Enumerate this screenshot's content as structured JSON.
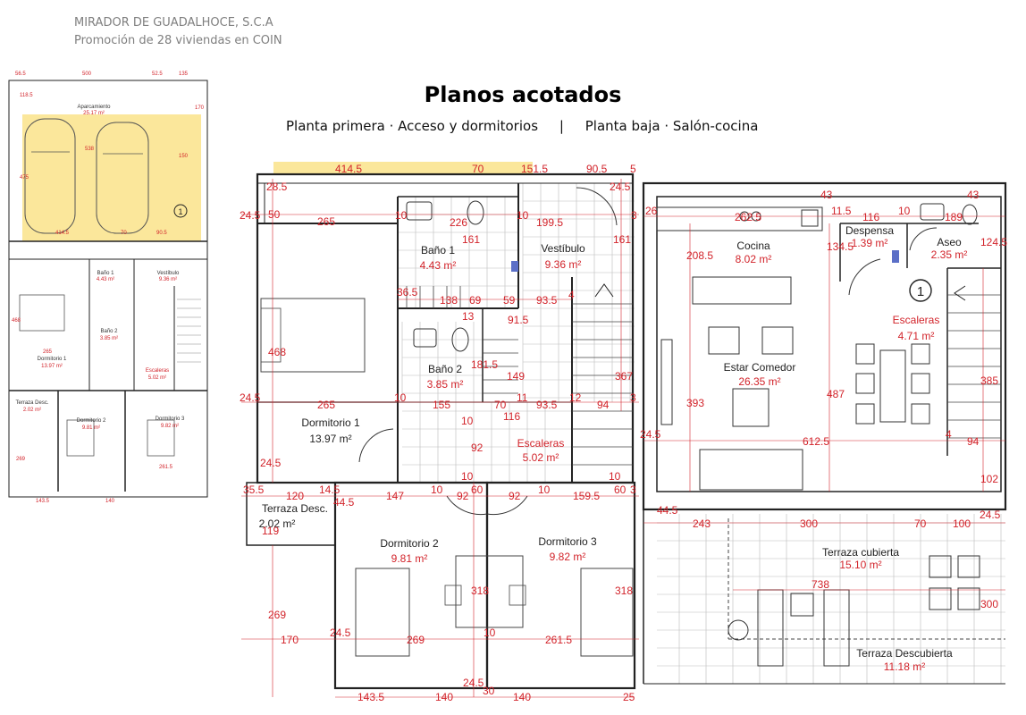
{
  "header": {
    "company": "MIRADOR DE GUADALHOCE, S.C.A",
    "promotion": "Promoción de 28 viviendas en COIN"
  },
  "title": "Planos acotados",
  "subtitle": {
    "left": "Planta primera · Acceso y dormitorios",
    "separator": "|",
    "right": "Planta baja · Salón-cocina"
  },
  "small_plan": {
    "rooms": [
      {
        "name": "Aparcamiento",
        "area": "25.17 m²"
      },
      {
        "name": "Baño 1",
        "area": "4.43 m²"
      },
      {
        "name": "Vestíbulo",
        "area": "9.36 m²"
      },
      {
        "name": "Baño 2",
        "area": "3.85 m²"
      },
      {
        "name": "Dormitorio 1",
        "area": "13.97 m²"
      },
      {
        "name": "Escaleras",
        "area": "5.02 m²"
      },
      {
        "name": "Terraza Desc.",
        "area": "2.02 m²"
      },
      {
        "name": "Dormitorio 2",
        "area": "9.81 m²"
      },
      {
        "name": "Dormitorio 3",
        "area": "9.82 m²"
      }
    ],
    "dims": [
      "56.5",
      "500",
      "52.5",
      "135",
      "118.5",
      "170",
      "538",
      "150",
      "475",
      "414.5",
      "70",
      "90.5",
      "265",
      "468",
      "269",
      "143.5",
      "140",
      "261.5"
    ],
    "marker": "1"
  },
  "first_floor": {
    "rooms": {
      "bano1": {
        "name": "Baño 1",
        "area": "4.43 m²"
      },
      "vestibulo": {
        "name": "Vestíbulo",
        "area": "9.36 m²"
      },
      "bano2": {
        "name": "Baño 2",
        "area": "3.85 m²"
      },
      "dorm1": {
        "name": "Dormitorio 1",
        "area": "13.97 m²"
      },
      "escaleras": {
        "name": "Escaleras",
        "area": "5.02 m²"
      },
      "terraza": {
        "name": "Terraza Desc.",
        "area": "2.02 m²"
      },
      "dorm2": {
        "name": "Dormitorio 2",
        "area": "9.81 m²"
      },
      "dorm3": {
        "name": "Dormitorio 3",
        "area": "9.82 m²"
      }
    },
    "dims": {
      "d1": "414.5",
      "d2": "70",
      "d3": "151.5",
      "d4": "90.5",
      "d5": "5",
      "d6": "28.5",
      "d7": "24.5",
      "d8": "50",
      "d9": "265",
      "d10": "10",
      "d11": "226",
      "d12": "10",
      "d13": "199.5",
      "d14": "24.5",
      "d15": "3",
      "d16": "161",
      "d17": "161",
      "d18": "36.5",
      "d19": "138",
      "d20": "69",
      "d21": "59",
      "d22": "93.5",
      "d23": "4",
      "d24": "13",
      "d25": "91.5",
      "d26": "468",
      "d27": "181.5",
      "d28": "149",
      "d29": "367",
      "d30": "24.5",
      "d31": "265",
      "d32": "10",
      "d33": "155",
      "d34": "70",
      "d35": "11",
      "d36": "93.5",
      "d37": "12",
      "d38": "94",
      "d39": "3",
      "d40": "10",
      "d41": "116",
      "d42": "92",
      "d43": "24.5",
      "d44": "10",
      "d45": "10",
      "d46": "35.5",
      "d47": "120",
      "d48": "14.5",
      "d49": "44.5",
      "d50": "147",
      "d51": "10",
      "d52": "92",
      "d53": "60",
      "d54": "92",
      "d55": "10",
      "d56": "159.5",
      "d57": "60",
      "d58": "3",
      "d59": "119",
      "d60": "318",
      "d61": "318",
      "d62": "269",
      "d63": "170",
      "d64": "24.5",
      "d65": "269",
      "d66": "10",
      "d67": "261.5",
      "d68": "24.5",
      "d69": "143.5",
      "d70": "140",
      "d71": "30",
      "d72": "140",
      "d73": "25"
    }
  },
  "ground_floor": {
    "rooms": {
      "cocina": {
        "name": "Cocina",
        "area": "8.02 m²"
      },
      "despensa": {
        "name": "Despensa",
        "area": "1.39 m²"
      },
      "aseo": {
        "name": "Aseo",
        "area": "2.35 m²"
      },
      "escaleras": {
        "name": "Escaleras",
        "area": "4.71 m²"
      },
      "estar": {
        "name": "Estar Comedor",
        "area": "26.35 m²"
      },
      "tcub": {
        "name": "Terraza cubierta",
        "area": "15.10 m²"
      },
      "tdesc": {
        "name": "Terraza Descubierta",
        "area": "11.18 m²"
      }
    },
    "dims": {
      "g1": "43",
      "g2": "43",
      "g3": "26",
      "g4": "262.5",
      "g5": "11.5",
      "g6": "116",
      "g7": "10",
      "g8": "189",
      "g9": "208.5",
      "g10": "134.5",
      "g11": "124.5",
      "g12": "393",
      "g13": "487",
      "g14": "385",
      "g15": "24.5",
      "g16": "612.5",
      "g17": "4",
      "g18": "94",
      "g19": "102",
      "g20": "44.5",
      "g21": "243",
      "g22": "300",
      "g23": "70",
      "g24": "100",
      "g25": "24.5",
      "g26": "738",
      "g27": "300"
    },
    "marker": "1"
  }
}
